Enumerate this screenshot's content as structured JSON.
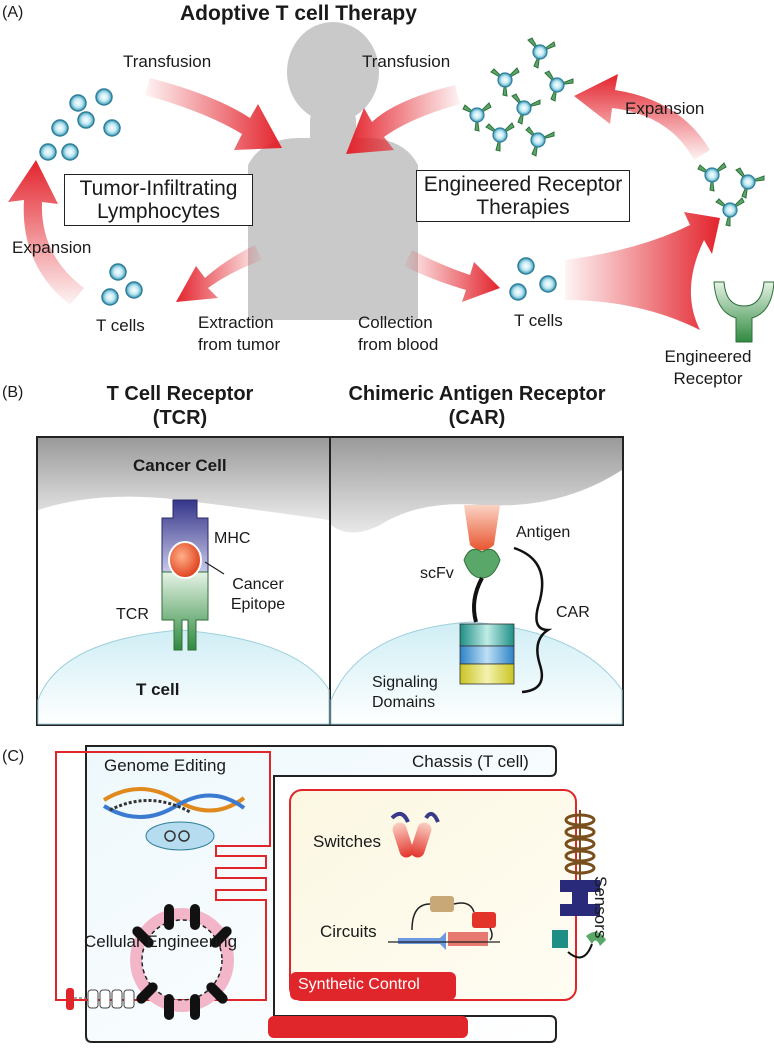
{
  "panel_a": {
    "label": "(A)",
    "title": "Adoptive T cell Therapy",
    "transfusion_left": "Transfusion",
    "transfusion_right": "Transfusion",
    "expansion_left": "Expansion",
    "expansion_right": "Expansion",
    "til_label_line1": "Tumor-Infiltrating",
    "til_label_line2": "Lymphocytes",
    "err_label_line1": "Engineered Receptor",
    "err_label_line2": "Therapies",
    "tcells_left": "T cells",
    "tcells_right": "T cells",
    "extraction_line1": "Extraction",
    "extraction_line2": "from tumor",
    "collection_line1": "Collection",
    "collection_line2": "from blood",
    "engineered_line1": "Engineered",
    "engineered_line2": "Receptor"
  },
  "panel_b": {
    "label": "(B)",
    "tcr_title_line1": "T Cell Receptor",
    "tcr_title_line2": "(TCR)",
    "car_title_line1": "Chimeric Antigen Receptor",
    "car_title_line2": "(CAR)",
    "cancer_cell": "Cancer Cell",
    "mhc": "MHC",
    "cancer_epitope_line1": "Cancer",
    "cancer_epitope_line2": "Epitope",
    "tcr": "TCR",
    "t_cell": "T cell",
    "antigen": "Antigen",
    "scfv": "scFv",
    "car": "CAR",
    "signaling_line1": "Signaling",
    "signaling_line2": "Domains"
  },
  "panel_c": {
    "label": "(C)",
    "genome_editing": "Genome Editing",
    "chassis": "Chassis (T cell)",
    "switches": "Switches",
    "circuits": "Circuits",
    "cellular_engineering": "Cellular Engineering",
    "synthetic_control": "Synthetic Control",
    "sensors": "Sensors"
  },
  "colors": {
    "arrow_red": "#e3232c",
    "body_gray": "#c9c9c9",
    "cell_blue": "#7ecde0",
    "receptor_green": "#3a9a4a",
    "mhc_purple": "#4a4a9a",
    "control_red": "#e0262b"
  }
}
